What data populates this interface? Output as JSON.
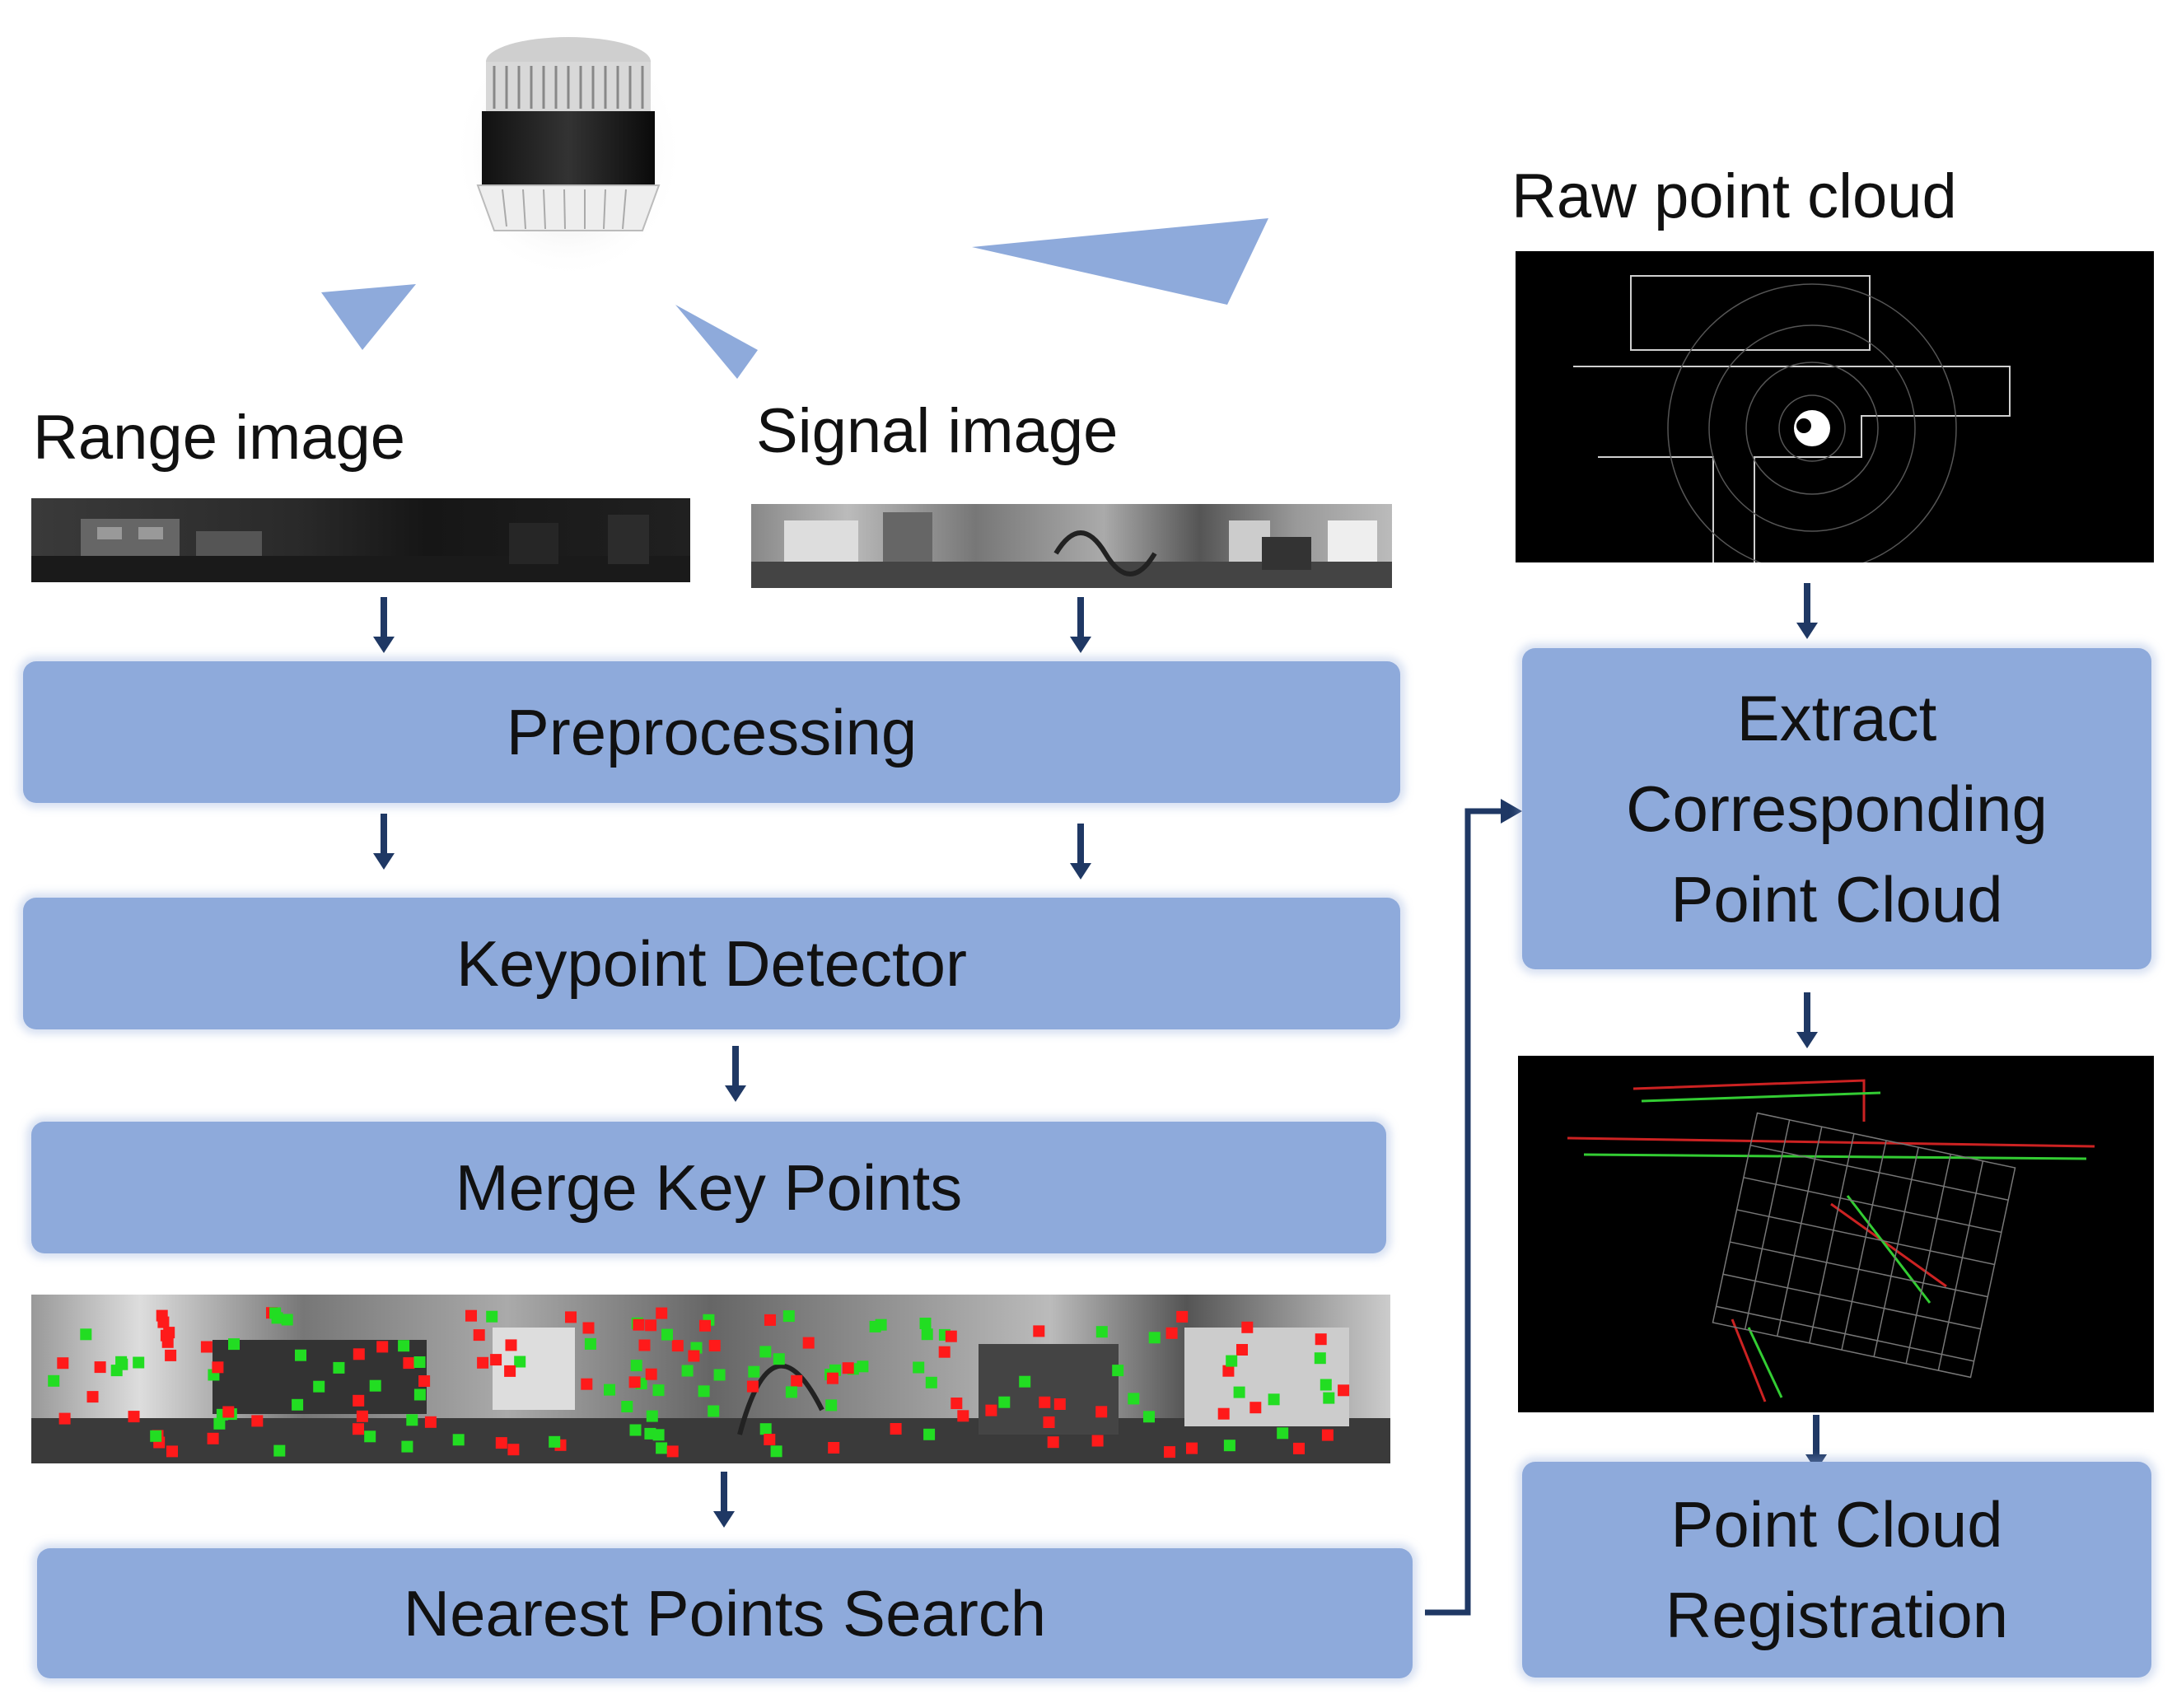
{
  "labels": {
    "range_image": "Range image",
    "signal_image": "Signal image",
    "raw_point_cloud": "Raw point cloud"
  },
  "boxes": {
    "preprocessing": "Preprocessing",
    "keypoint_detector": "Keypoint Detector",
    "merge_key_points": "Merge Key Points",
    "nearest_points_search": "Nearest Points Search",
    "extract_corresponding": "Extract\nCorresponding\nPoint Cloud",
    "registration": "Point Cloud\nRegistration"
  },
  "colors": {
    "box_fill": "#8eaadb",
    "arrow": "#1f3864",
    "keypoint_red": "#ff1a1a",
    "keypoint_green": "#22dd22"
  },
  "icons": {
    "lidar": "lidar-sensor-icon",
    "arrow": "arrow-down-icon"
  }
}
